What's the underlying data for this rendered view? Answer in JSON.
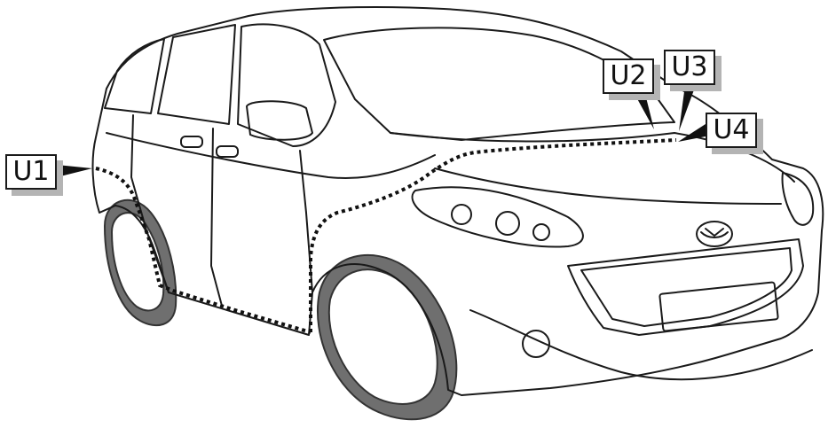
{
  "figure": {
    "subject": "minivan-front-three-quarter-view",
    "line_color": "#1a1a1a",
    "tire_color": "#6f6f6f",
    "shadow_color": "#b4b4b4"
  },
  "callouts": [
    {
      "id": "u1",
      "text": "U1"
    },
    {
      "id": "u2",
      "text": "U2"
    },
    {
      "id": "u3",
      "text": "U3"
    },
    {
      "id": "u4",
      "text": "U4"
    }
  ]
}
